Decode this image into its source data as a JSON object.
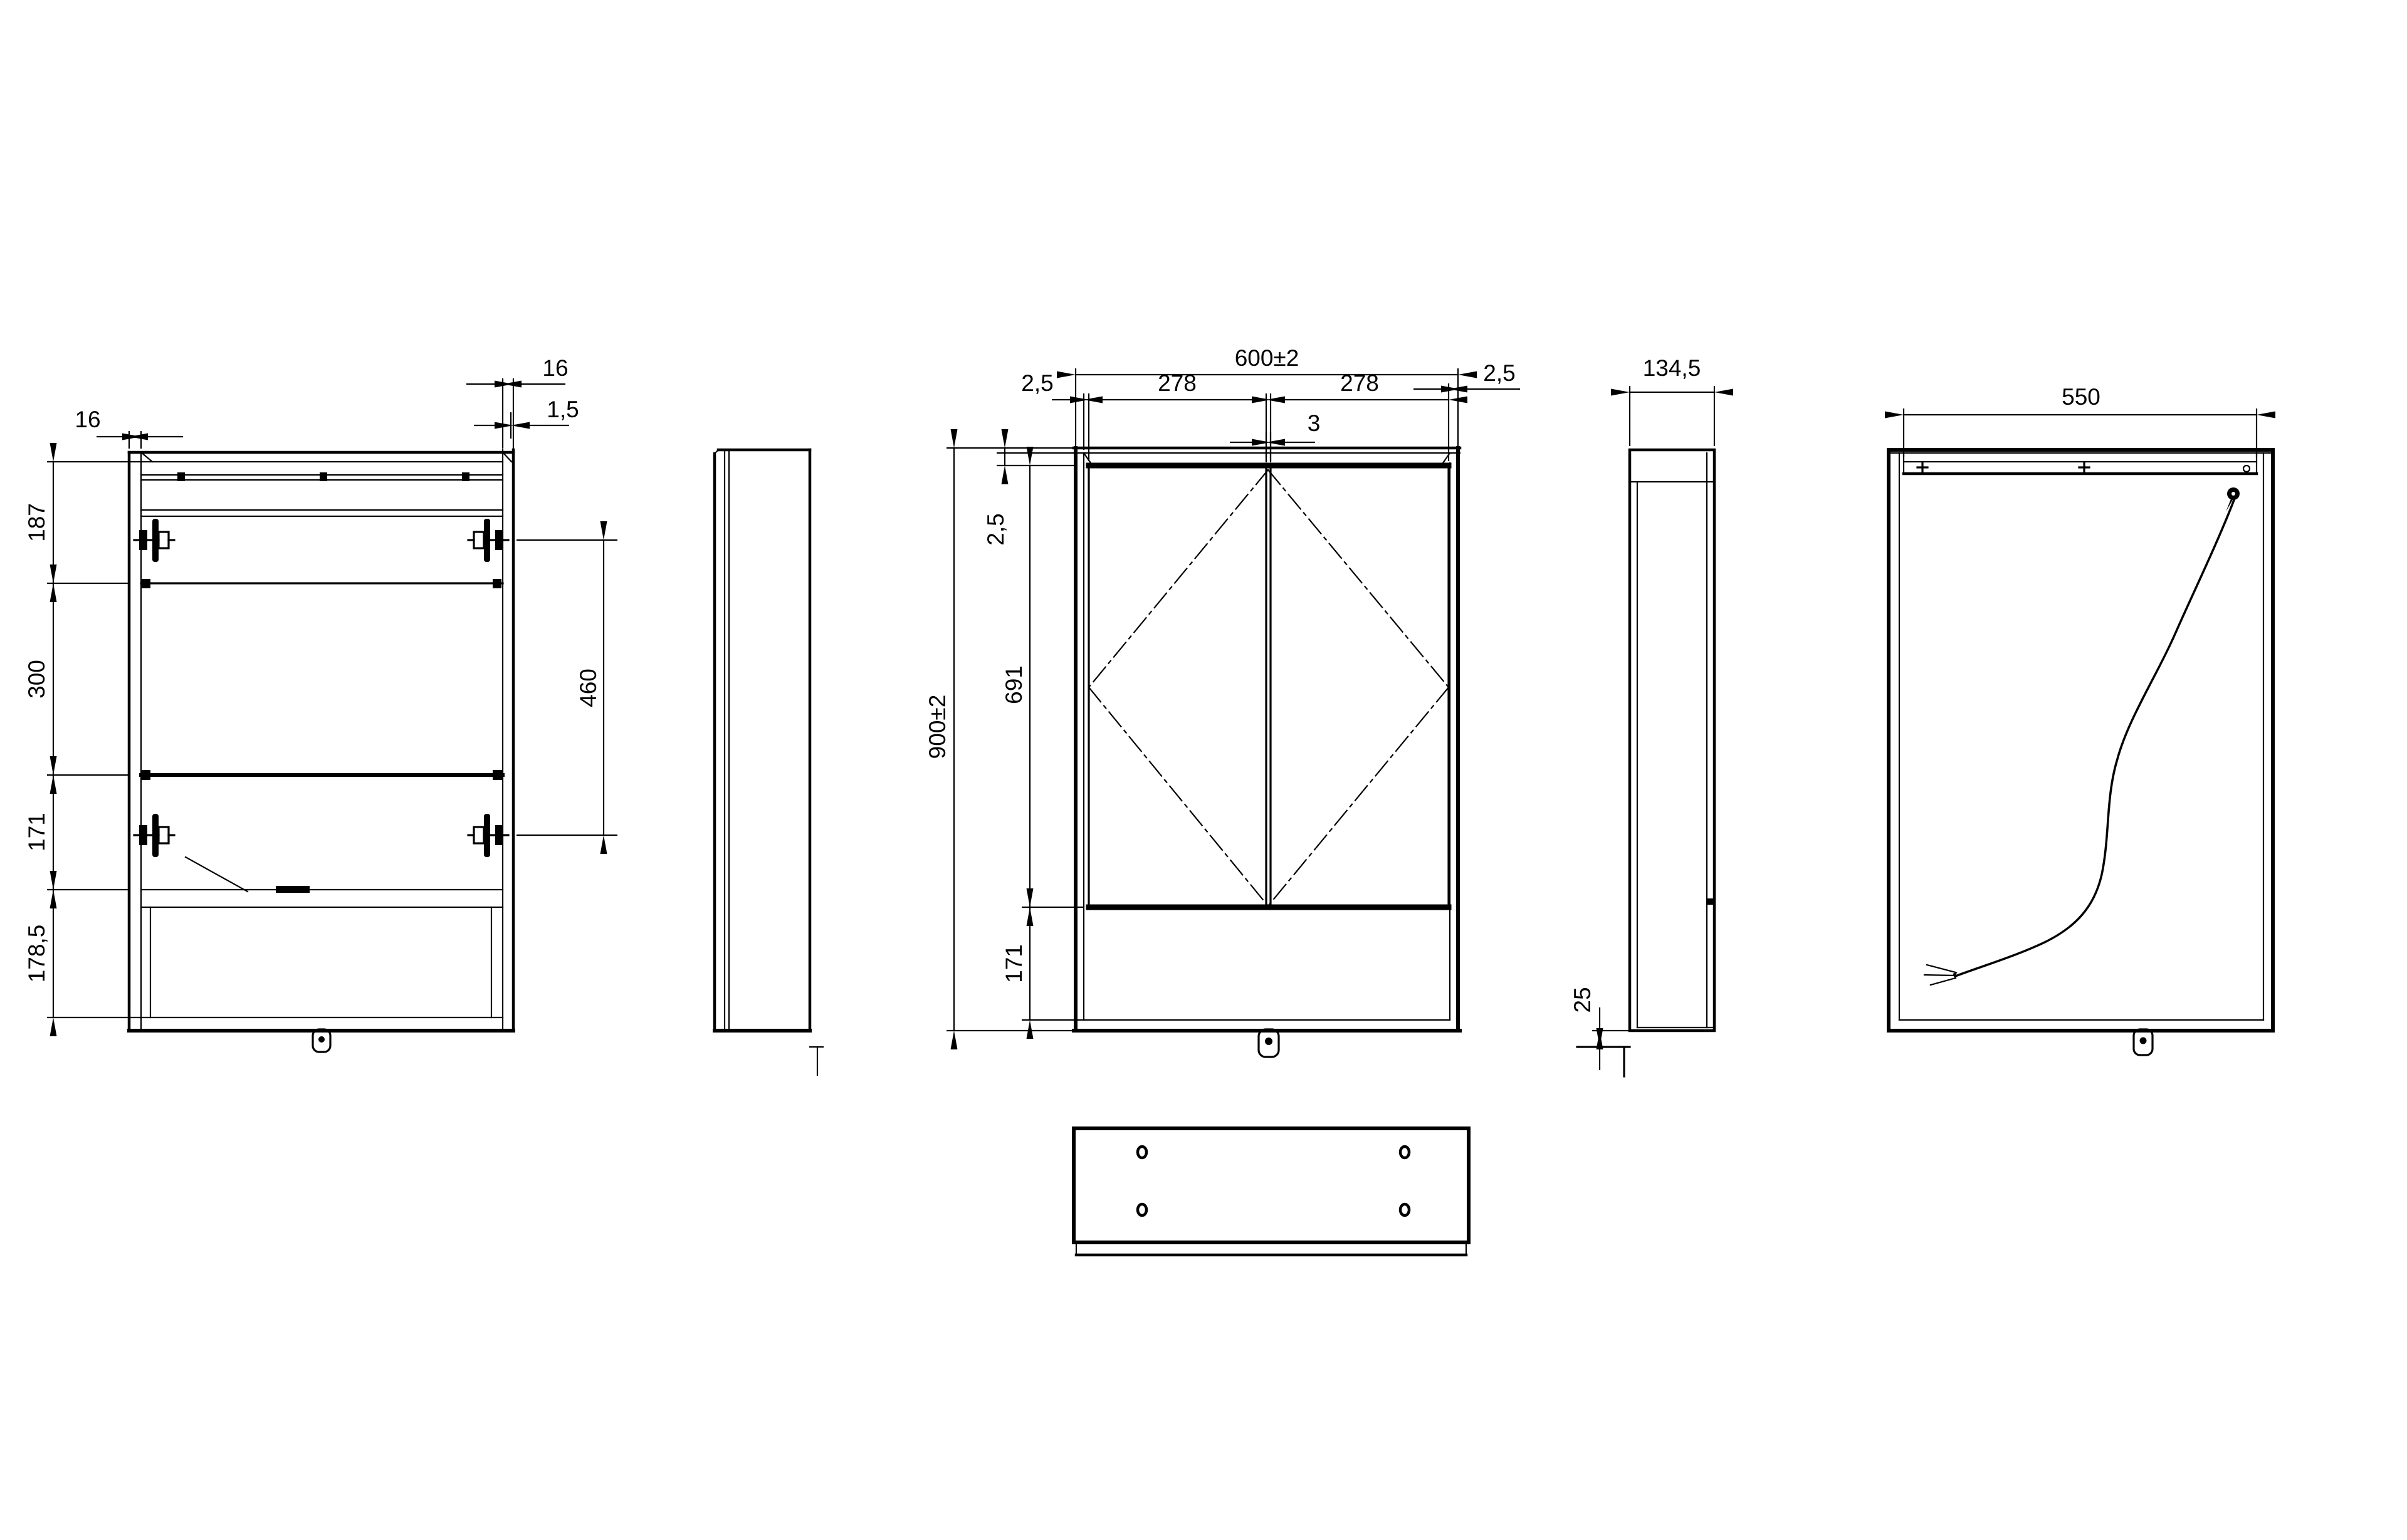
{
  "colors": {
    "background": "#ffffff",
    "line": "#000000"
  },
  "dims": {
    "section_view": {
      "left_wall_thickness": "16",
      "right_wall_thickness": "16",
      "door_gap": "1,5",
      "sections": [
        "187",
        "300",
        "171",
        "178,5"
      ],
      "hinge_spacing": "460"
    },
    "front_view": {
      "overall_width": "600±2",
      "door_width_left": "278",
      "door_width_right": "278",
      "side_gap_left": "2,5",
      "side_gap_right": "2,5",
      "center_gap": "3",
      "overall_height": "900±2",
      "top_gap": "2,5",
      "door_height": "691",
      "bottom_section_height": "171"
    },
    "side_view": {
      "depth": "134,5",
      "bracket_offset": "25"
    },
    "back_view": {
      "hanging_rail_width": "550"
    }
  }
}
